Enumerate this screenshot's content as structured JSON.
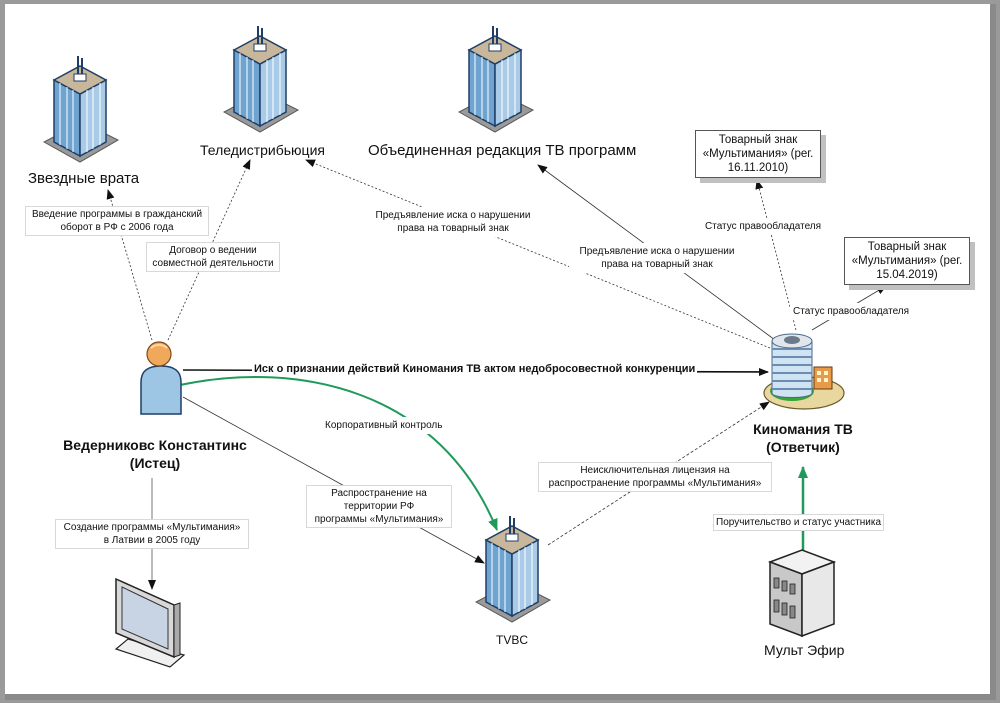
{
  "nodes": {
    "zvezdnye_vrata": "Звездные врата",
    "teledistribution": "Теледистрибьюция",
    "united_editorial": "Объединенная редакция ТВ программ",
    "plaintiff_name": "Ведерниковс Константинс",
    "plaintiff_role": "(Истец)",
    "defendant_name": "Киномания ТВ",
    "defendant_role": "(Ответчик)",
    "tvbc": "TVBC",
    "mult_efir": "Мульт Эфир"
  },
  "trademarks": [
    {
      "line1": "Товарный знак",
      "line2": "«Мультимания» (рег.",
      "line3": "16.11.2010)"
    },
    {
      "line1": "Товарный знак",
      "line2": "«Мультимания» (рег.",
      "line3": "15.04.2019)"
    }
  ],
  "edges": {
    "introduction": {
      "line1": "Введение программы в гражданский",
      "line2": "оборот в РФ с 2006 года"
    },
    "joint_activity": {
      "line1": "Договор о ведении",
      "line2": "совместной деятельности"
    },
    "claim_tm_1": {
      "line1": "Предъявление иска о нарушении",
      "line2": "права на товарный знак"
    },
    "claim_tm_2": {
      "line1": "Предъявление иска о нарушении",
      "line2": "права на товарный знак"
    },
    "holder_status_1": "Статус правообладателя",
    "holder_status_2": "Статус правообладателя",
    "unfair_competition": "Иск о признании действий Киномания ТВ актом недобросовестной конкуренции",
    "corporate_control": "Корпоративный контроль",
    "distribution_rf": {
      "line1": "Распространение на",
      "line2": "территории РФ",
      "line3": "программы «Мультимания»"
    },
    "non_exclusive_license": {
      "line1": "Неисключительная лицензия на",
      "line2": "распространение программы «Мультимания»"
    },
    "creation": {
      "line1": "Создание программы «Мультимания»",
      "line2": "в Латвии в 2005 году"
    },
    "guarantee": "Поручительство и статус участника"
  },
  "colors": {
    "green_arrow": "#1f9a5a",
    "black_arrow": "#111111",
    "frame": "#9a9a9a"
  }
}
